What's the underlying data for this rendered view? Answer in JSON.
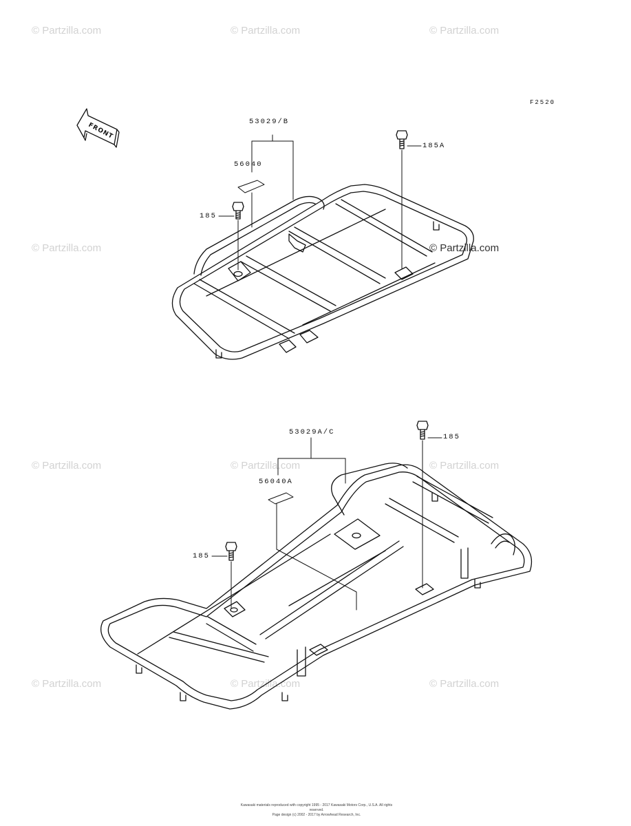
{
  "diagram_code": "F2520",
  "front_label": "FRONT",
  "watermark": "© Partzilla.com",
  "upper_rack": {
    "part_label": "53029/B",
    "decal_label": "56040",
    "left_bolt_label": "185",
    "right_bolt_label": "185A"
  },
  "lower_rack": {
    "part_label": "53029A/C",
    "decal_label": "56040A",
    "left_bolt_label": "185",
    "right_bolt_label": "185"
  },
  "footer": {
    "line1": "Kawasaki materials reproduced with copyright 1995 - 2017 Kawasaki Motors Corp., U.S.A. All rights reserved.",
    "line2": "Page design (c) 2002 - 2017 by Arrowhead Research, Inc."
  }
}
